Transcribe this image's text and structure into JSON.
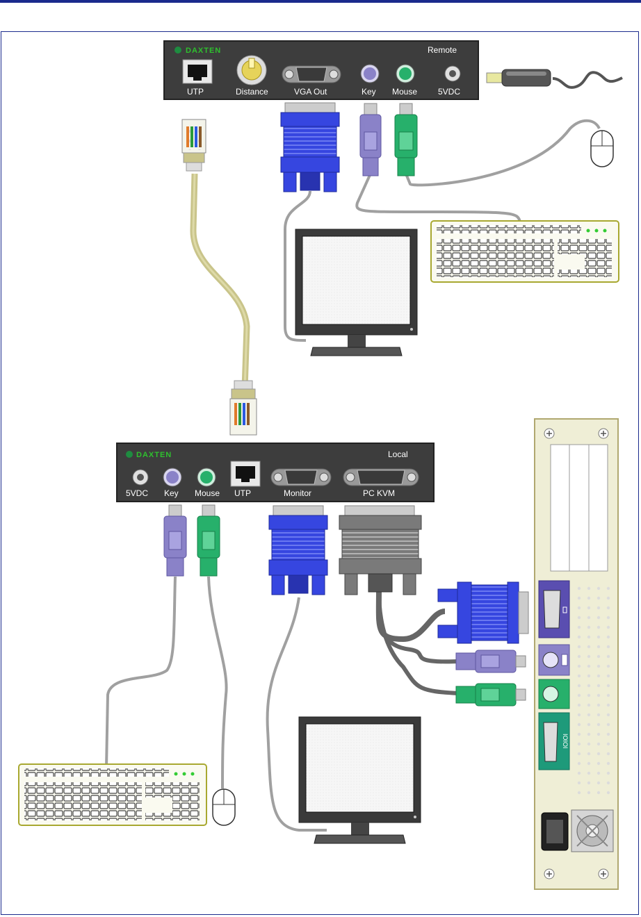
{
  "remote_unit": {
    "brand": "DAXTEN",
    "title": "Remote",
    "ports": {
      "utp": "UTP",
      "distance": "Distance",
      "vga_out": "VGA Out",
      "key": "Key",
      "mouse": "Mouse",
      "power": "5VDC"
    }
  },
  "local_unit": {
    "brand": "DAXTEN",
    "title": "Local",
    "ports": {
      "power": "5VDC",
      "key": "Key",
      "mouse": "Mouse",
      "utp": "UTP",
      "monitor": "Monitor",
      "pc_kvm": "PC KVM"
    }
  },
  "pc_rear_panel": {
    "serial_label": "IOIOI"
  },
  "colors": {
    "frame_border": "#1a2a8c",
    "unit_body": "#3d3d3d",
    "vga_blue": "#3646e0",
    "ps2_purple": "#8a82c8",
    "ps2_green": "#27b06b",
    "utp_cable": "#c9c48a",
    "cable_gray": "#a8a8a8",
    "pc_panel": "#efeed6"
  }
}
